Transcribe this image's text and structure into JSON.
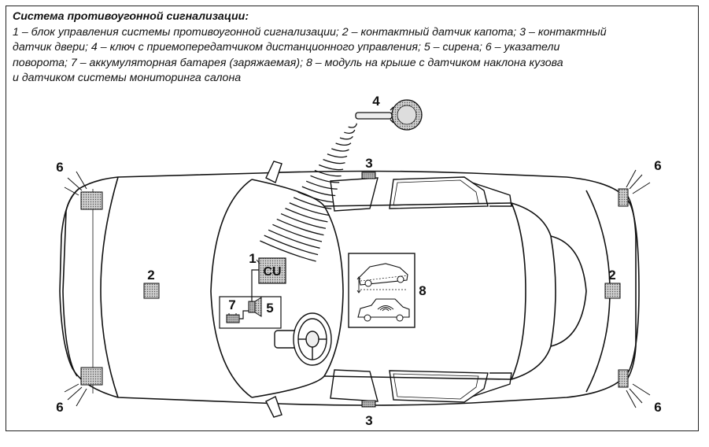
{
  "caption": {
    "title": "Система противоугонной сигнализации:",
    "lines": [
      "1 – блок управления системы противоугонной сигнализации; 2 – контактный датчик капота; 3 – контактный",
      "датчик двери; 4 – ключ с приемопередатчиком дистанционного управления; 5 – сирена; 6 – указатели",
      "поворота; 7 – аккумуляторная батарея (заряжаемая); 8 – модуль на крыше с датчиком наклона кузова",
      "и датчиком системы мониторинга салона"
    ]
  },
  "labels": {
    "control_unit": "1",
    "hood_switch": "2",
    "door_switch": "3",
    "remote_key": "4",
    "siren": "5",
    "turn_signal": "6",
    "battery": "7",
    "roof_module": "8",
    "cu_text": "CU"
  }
}
